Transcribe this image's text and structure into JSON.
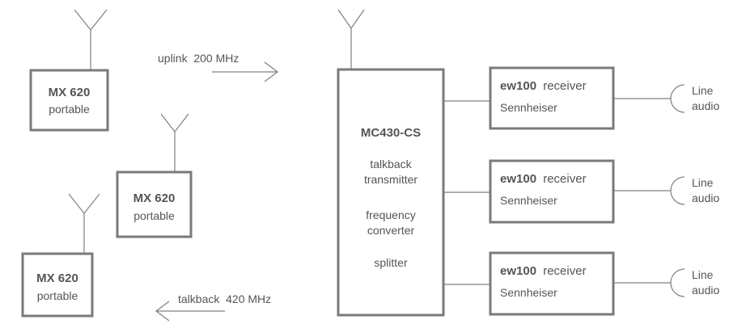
{
  "portables": [
    {
      "model": "MX 620",
      "type": "portable"
    },
    {
      "model": "MX 620",
      "type": "portable"
    },
    {
      "model": "MX 620",
      "type": "portable"
    }
  ],
  "uplink_label": "uplink  200 MHz",
  "talkback_label": "talkback  420 MHz",
  "central_unit": {
    "title": "MC430-CS",
    "functions": [
      [
        "talkback",
        "transmitter"
      ],
      [
        "frequency",
        "converter"
      ],
      [
        "splitter"
      ]
    ]
  },
  "receivers": [
    {
      "model": "ew100",
      "name": "receiver",
      "brand": "Sennheiser",
      "output": [
        "Line",
        "audio"
      ]
    },
    {
      "model": "ew100",
      "name": "receiver",
      "brand": "Sennheiser",
      "output": [
        "Line",
        "audio"
      ]
    },
    {
      "model": "ew100",
      "name": "receiver",
      "brand": "Sennheiser",
      "output": [
        "Line",
        "audio"
      ]
    }
  ]
}
